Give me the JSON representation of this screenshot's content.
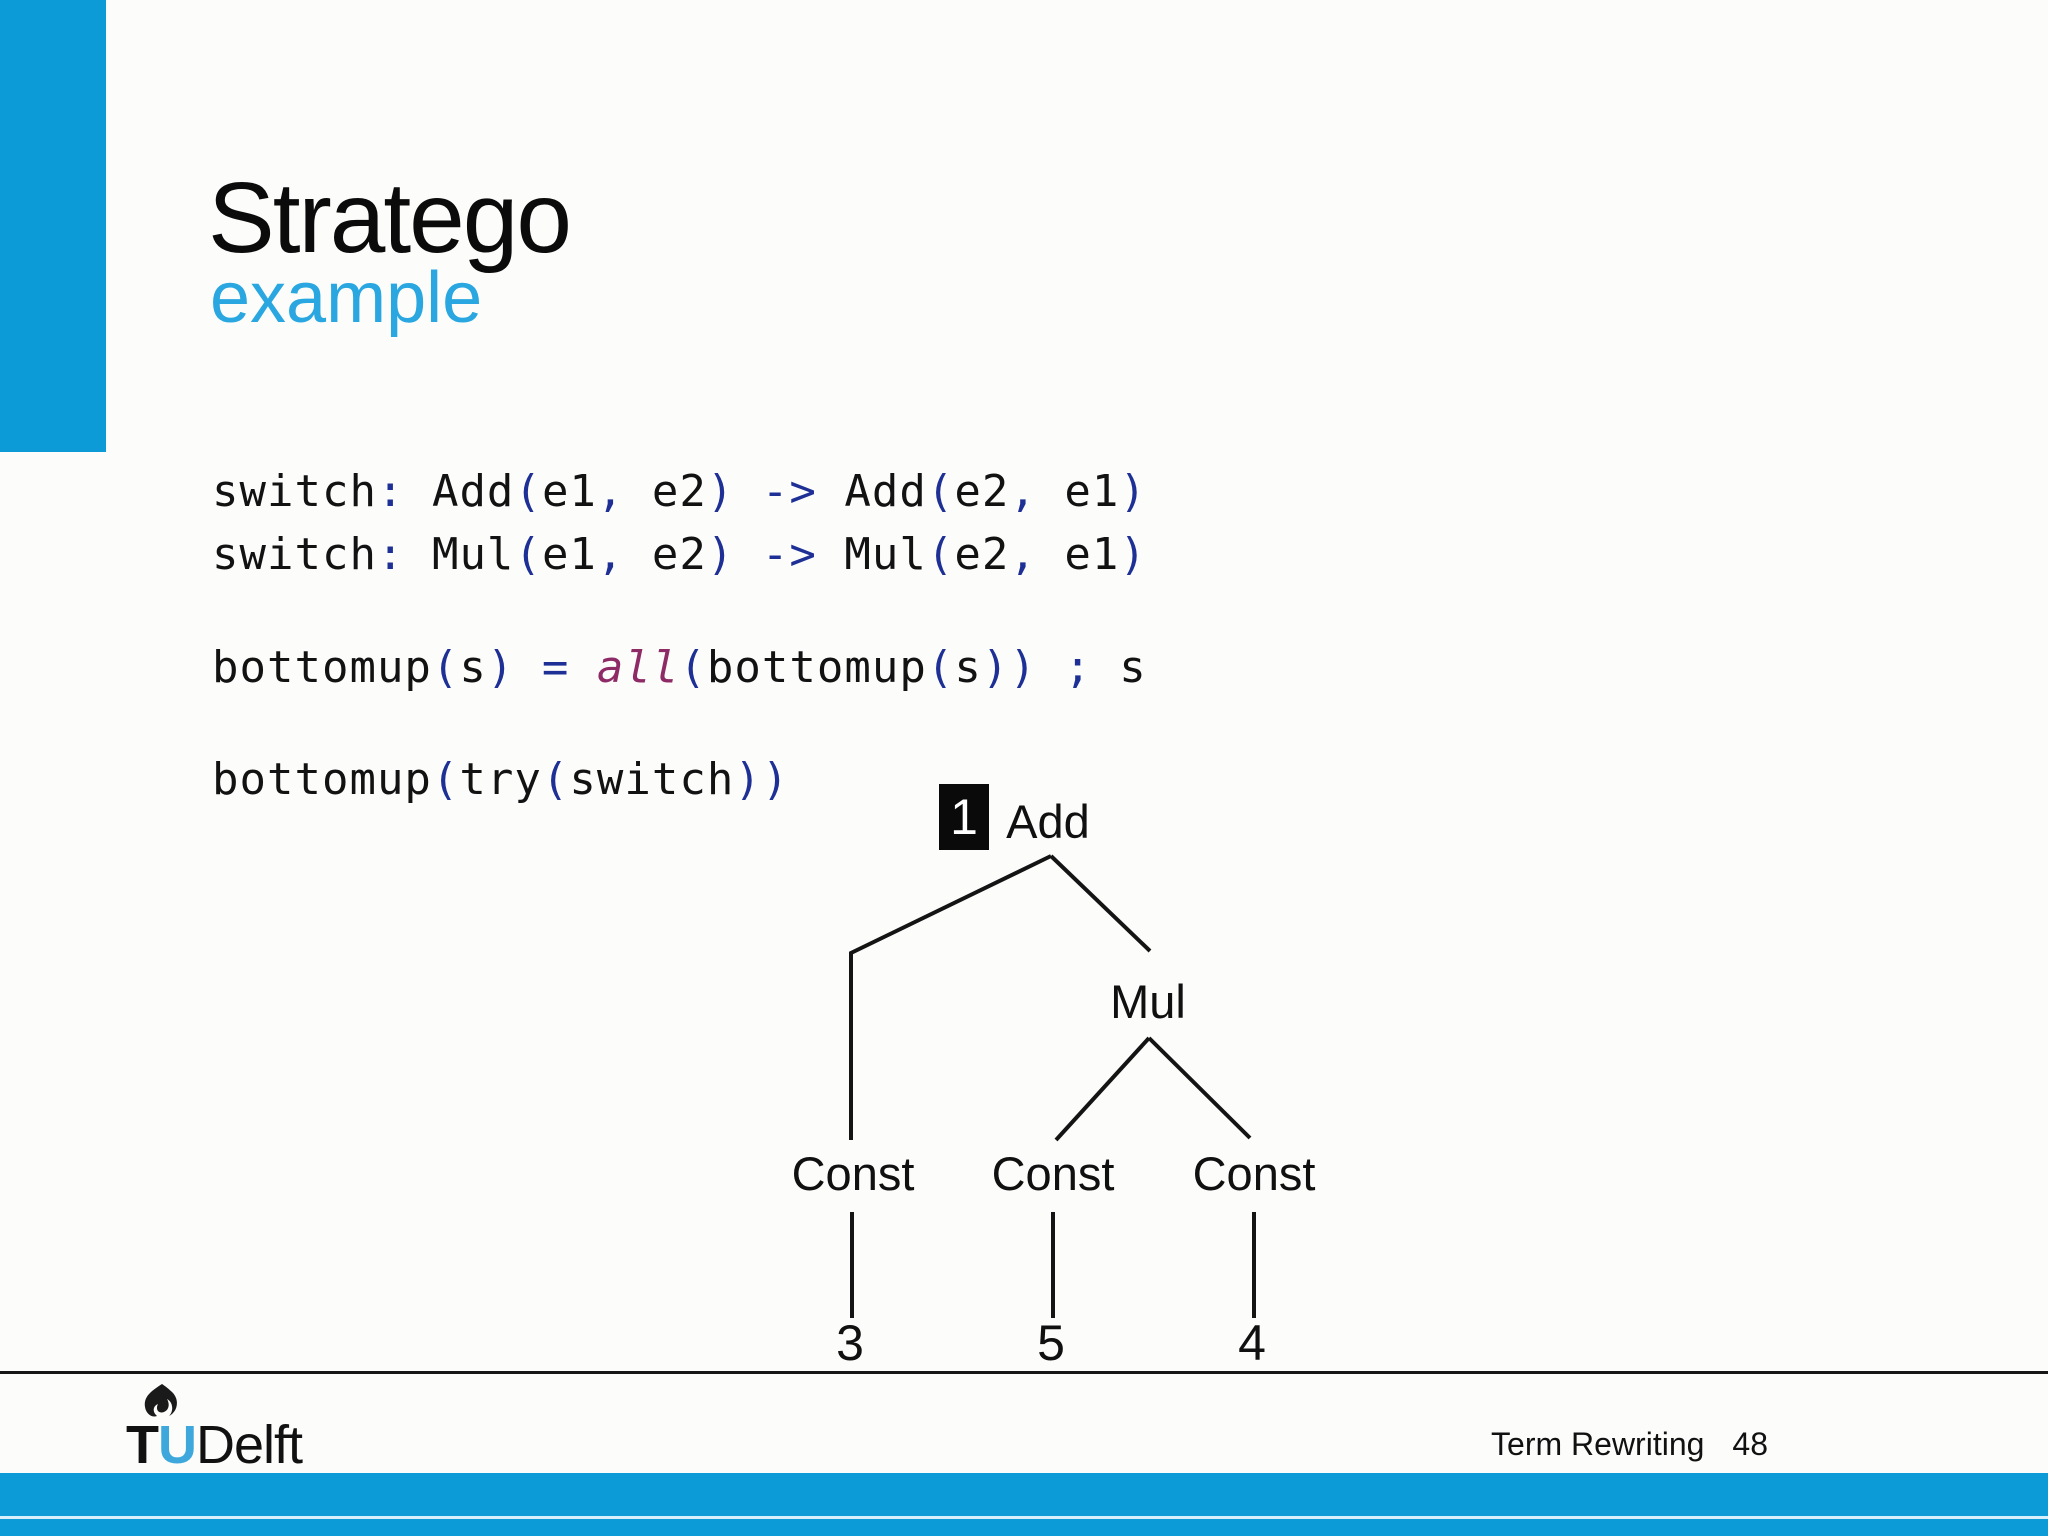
{
  "slide": {
    "title": "Stratego",
    "subtitle": "example"
  },
  "colors": {
    "accent_cyan": "#0C9BD6",
    "subtitle_cyan": "#2AA7E0",
    "logo_u_cyan": "#3EA8DC",
    "code_punctuation_navy": "#1E3095",
    "code_strategy_purple": "#8E2B66",
    "text_black": "#121212"
  },
  "code": {
    "lines": [
      {
        "tokens": [
          [
            "switch",
            "id"
          ],
          [
            ":",
            "pu"
          ],
          [
            " ",
            "sp"
          ],
          [
            "Add",
            "id"
          ],
          [
            "(",
            "pu"
          ],
          [
            "e1",
            "id"
          ],
          [
            ",",
            "pu"
          ],
          [
            " ",
            "sp"
          ],
          [
            "e2",
            "id"
          ],
          [
            ")",
            "pu"
          ],
          [
            " ",
            "sp"
          ],
          [
            "->",
            "pu"
          ],
          [
            " ",
            "sp"
          ],
          [
            "Add",
            "id"
          ],
          [
            "(",
            "pu"
          ],
          [
            "e2",
            "id"
          ],
          [
            ",",
            "pu"
          ],
          [
            " ",
            "sp"
          ],
          [
            "e1",
            "id"
          ],
          [
            ")",
            "pu"
          ]
        ]
      },
      {
        "tokens": [
          [
            "switch",
            "id"
          ],
          [
            ":",
            "pu"
          ],
          [
            " ",
            "sp"
          ],
          [
            "Mul",
            "id"
          ],
          [
            "(",
            "pu"
          ],
          [
            "e1",
            "id"
          ],
          [
            ",",
            "pu"
          ],
          [
            " ",
            "sp"
          ],
          [
            "e2",
            "id"
          ],
          [
            ")",
            "pu"
          ],
          [
            " ",
            "sp"
          ],
          [
            "->",
            "pu"
          ],
          [
            " ",
            "sp"
          ],
          [
            "Mul",
            "id"
          ],
          [
            "(",
            "pu"
          ],
          [
            "e2",
            "id"
          ],
          [
            ",",
            "pu"
          ],
          [
            " ",
            "sp"
          ],
          [
            "e1",
            "id"
          ],
          [
            ")",
            "pu"
          ]
        ]
      },
      {
        "tokens": [
          [
            "bottomup",
            "id"
          ],
          [
            "(",
            "pu"
          ],
          [
            "s",
            "id"
          ],
          [
            ")",
            "pu"
          ],
          [
            " ",
            "sp"
          ],
          [
            "=",
            "pu"
          ],
          [
            " ",
            "sp"
          ],
          [
            "all",
            "kw"
          ],
          [
            "(",
            "pu"
          ],
          [
            "bottomup",
            "id"
          ],
          [
            "(",
            "pu"
          ],
          [
            "s",
            "id"
          ],
          [
            "))",
            "pu"
          ],
          [
            " ",
            "sp"
          ],
          [
            ";",
            "pu"
          ],
          [
            " s",
            "id"
          ]
        ]
      },
      {
        "tokens": [
          [
            "bottomup",
            "id"
          ],
          [
            "(",
            "pu"
          ],
          [
            "try",
            "id"
          ],
          [
            "(",
            "pu"
          ],
          [
            "switch",
            "id"
          ],
          [
            "))",
            "pu"
          ]
        ]
      }
    ]
  },
  "tree": {
    "badge": "1",
    "root": "Add",
    "mul": "Mul",
    "const_left": "Const",
    "const_mid": "Const",
    "const_right": "Const",
    "leaf_left": "3",
    "leaf_mid": "5",
    "leaf_right": "4"
  },
  "footer": {
    "logo_t": "T",
    "logo_u": "U",
    "logo_delft": "Delft",
    "course": "Term Rewriting",
    "page": "48"
  }
}
